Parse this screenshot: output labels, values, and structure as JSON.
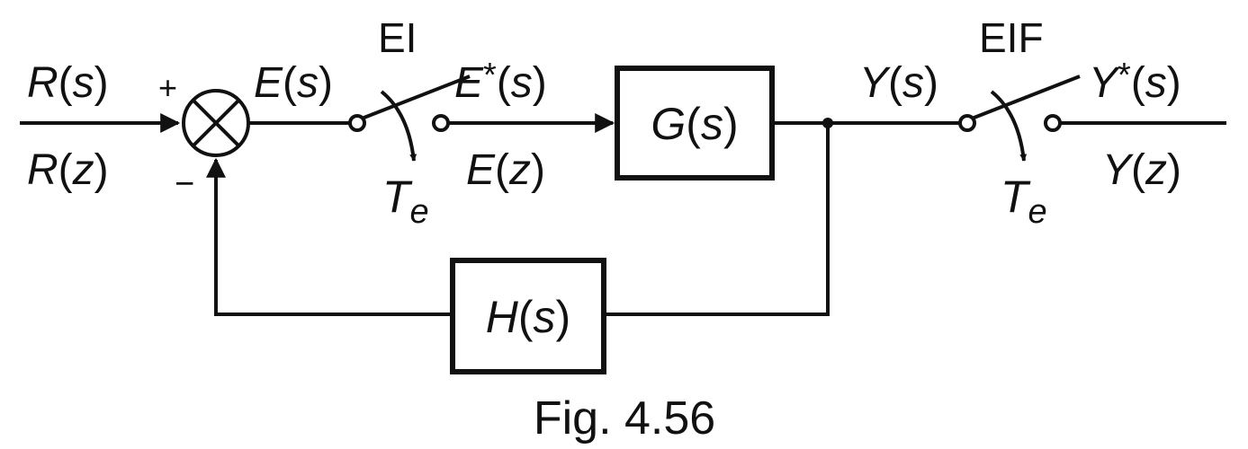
{
  "diagram": {
    "colors": {
      "ink": "#111111",
      "background": "#ffffff"
    },
    "input": {
      "var": "R",
      "s_arg": "s",
      "z_arg": "z"
    },
    "summing_junction": {
      "plus_sign": "+",
      "minus_sign": "−"
    },
    "error": {
      "var": "E",
      "s_arg": "s"
    },
    "sampler1": {
      "name": "EI",
      "star": "*",
      "arg": "s",
      "period_var": "T",
      "period_sub": "e"
    },
    "sampled_error_z": {
      "var": "E",
      "arg": "z"
    },
    "plant": {
      "fn": "G",
      "arg": "s"
    },
    "output": {
      "var": "Y",
      "s_arg": "s"
    },
    "sampler2": {
      "name": "EIF",
      "star": "*",
      "arg": "s",
      "period_var": "T",
      "period_sub": "e"
    },
    "output_z": {
      "var": "Y",
      "arg": "z"
    },
    "feedback": {
      "fn": "H",
      "arg": "s"
    },
    "caption": "Fig. 4.56"
  }
}
